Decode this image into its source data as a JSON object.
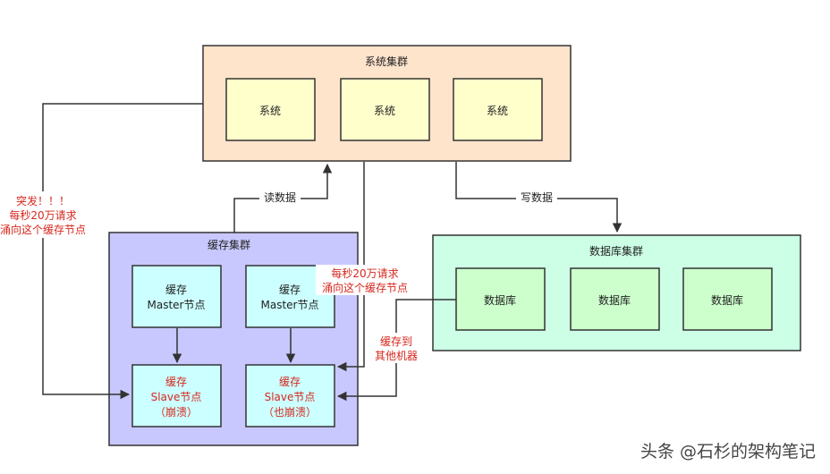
{
  "system_cluster": {
    "title": "系统集群",
    "nodes": [
      "系统",
      "系统",
      "系统"
    ],
    "color": "#ffe4cc"
  },
  "cache_cluster": {
    "title": "缓存集群",
    "color": "#c8c8ff",
    "master_nodes": [
      {
        "line1": "缓存",
        "line2": "Master节点"
      },
      {
        "line1": "缓存",
        "line2": "Master节点"
      }
    ],
    "slave_nodes": [
      {
        "line1": "缓存",
        "line2": "Slave节点",
        "line3": "（崩溃）"
      },
      {
        "line1": "缓存",
        "line2": "Slave节点",
        "line3": "（也崩溃）"
      }
    ],
    "node_color": "#ccffff"
  },
  "db_cluster": {
    "title": "数据库集群",
    "nodes": [
      "数据库",
      "数据库",
      "数据库"
    ],
    "color": "#ccffe6",
    "node_color": "#ccffcc"
  },
  "edges": {
    "read_label": "读数据",
    "write_label": "写数据"
  },
  "annotations": {
    "burst_line1": "突发！！！",
    "burst_line2": "每秒20万请求",
    "burst_line3": "涌向这个缓存节点",
    "second_line1": "每秒20万请求",
    "second_line2": "涌向这个缓存节点",
    "fallback_line1": "缓存到",
    "fallback_line2": "其他机器",
    "color": "#d6281e"
  },
  "watermark": "头条 @石杉的架构笔记"
}
